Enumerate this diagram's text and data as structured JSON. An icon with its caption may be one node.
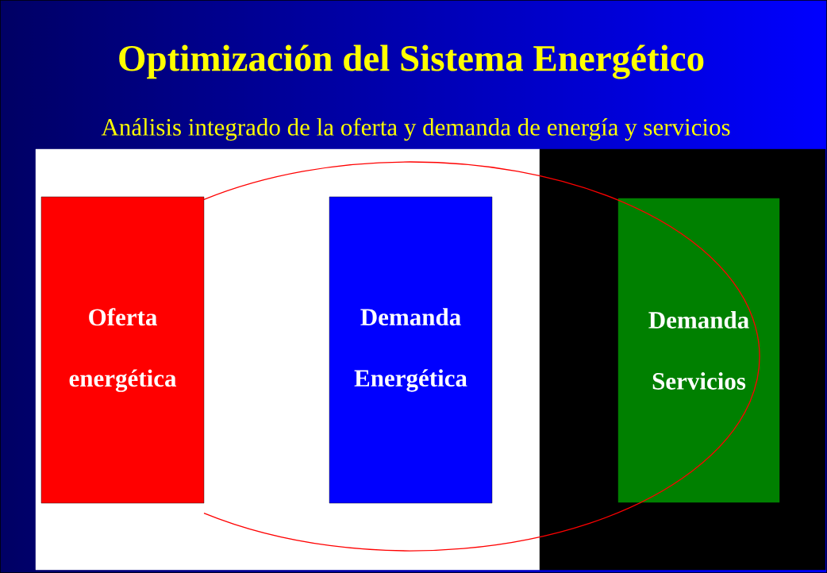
{
  "diagram": {
    "title": "Optimización del Sistema Energético",
    "nodes": [
      {
        "text": [],
        "shape": "box"
      },
      {
        "text": [
          "Oferta energética"
        ],
        "in": 0
      },
      {
        "text": [
          "Demanda Energética"
        ]
      },
      {
        "text": [],
        "shape": "box"
      },
      {
        "text": [
          "Demanda Servicios"
        ],
        "in": 3
      },
      {
        "text": [],
        "shape": "ellipse"
      }
    ],
    "labels": [
      "Análisis integrado de la oferta y demanda de energía y servicios"
    ]
  }
}
